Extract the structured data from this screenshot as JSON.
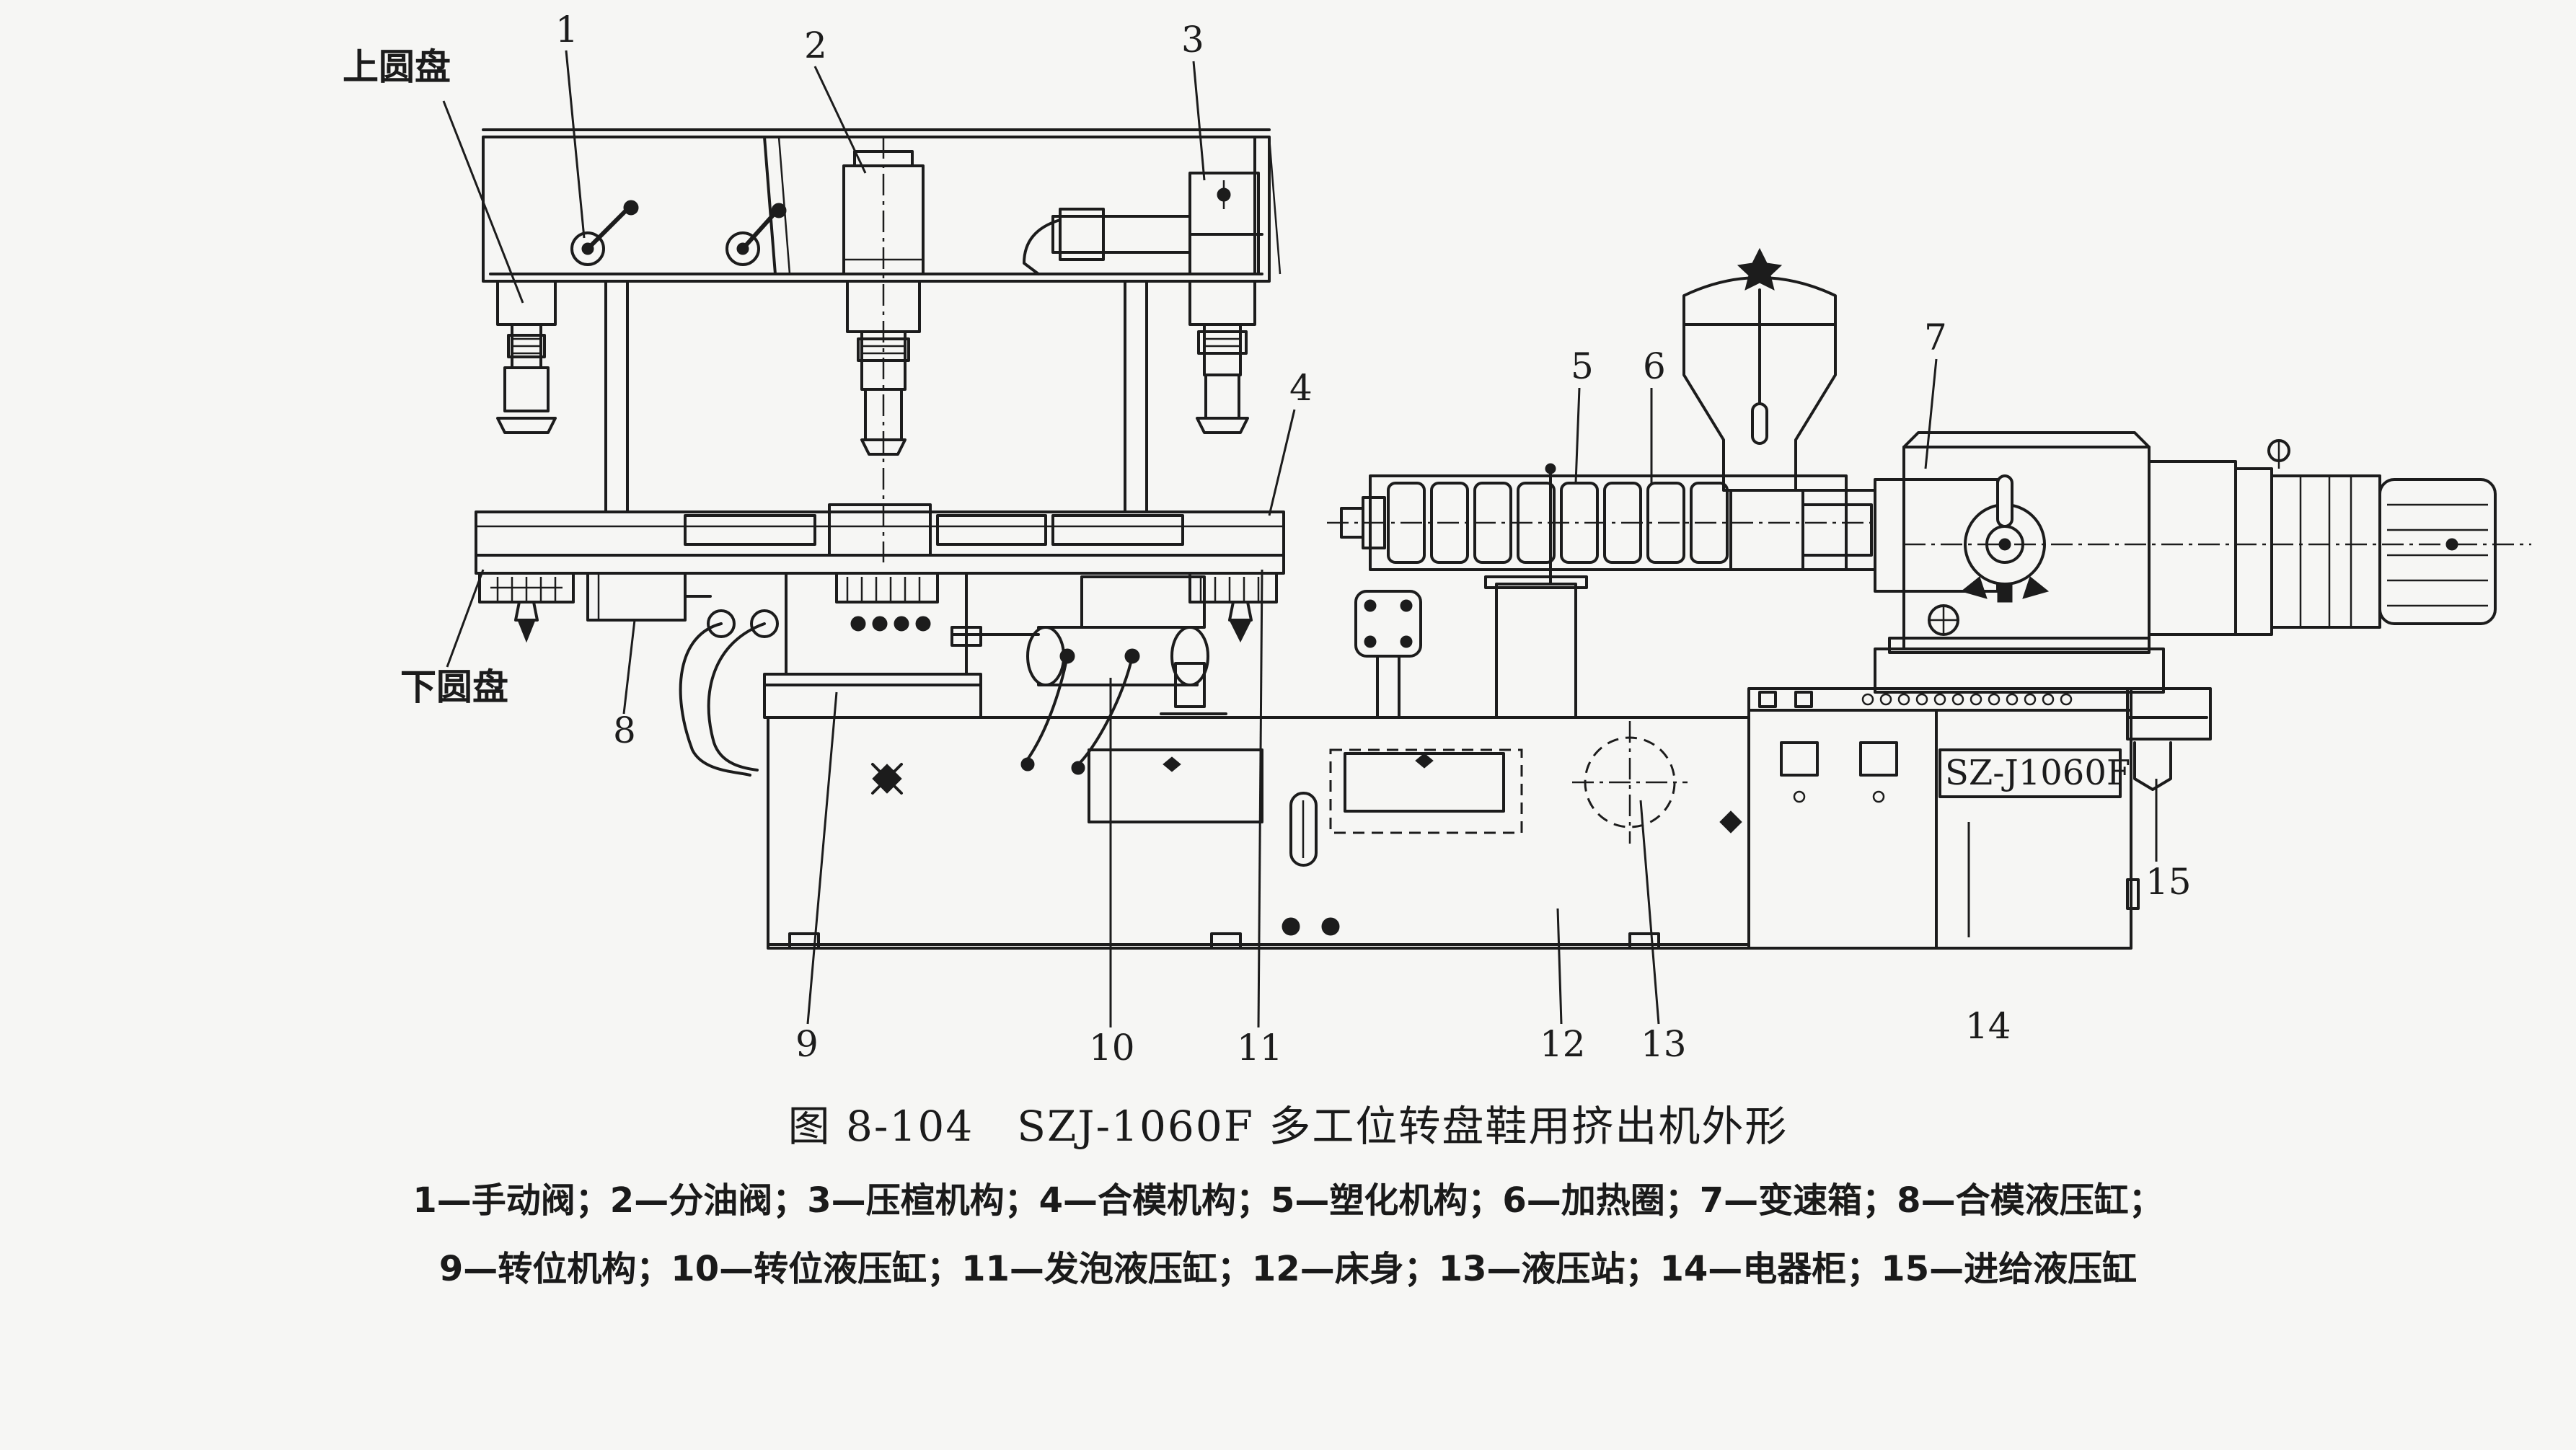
{
  "part_labels": {
    "upper_disc": "上圆盘",
    "lower_disc": "下圆盘"
  },
  "callouts": {
    "n1": "1",
    "n2": "2",
    "n3": "3",
    "n4": "4",
    "n5": "5",
    "n6": "6",
    "n7": "7",
    "n8": "8",
    "n9": "9",
    "n10": "10",
    "n11": "11",
    "n12": "12",
    "n13": "13",
    "n14": "14",
    "n15": "15"
  },
  "nameplate": "SZ-J1060F",
  "caption": "图 8-104　SZJ-1060F 多工位转盘鞋用挤出机外形",
  "legend_line_1": "1—手动阀；2—分油阀；3—压楦机构；4—合模机构；5—塑化机构；6—加热圈；7—变速箱；8—合模液压缸；",
  "legend_line_2": "9—转位机构；10—转位液压缸；11—发泡液压缸；12—床身；13—液压站；14—电器柜；15—进给液压缸"
}
